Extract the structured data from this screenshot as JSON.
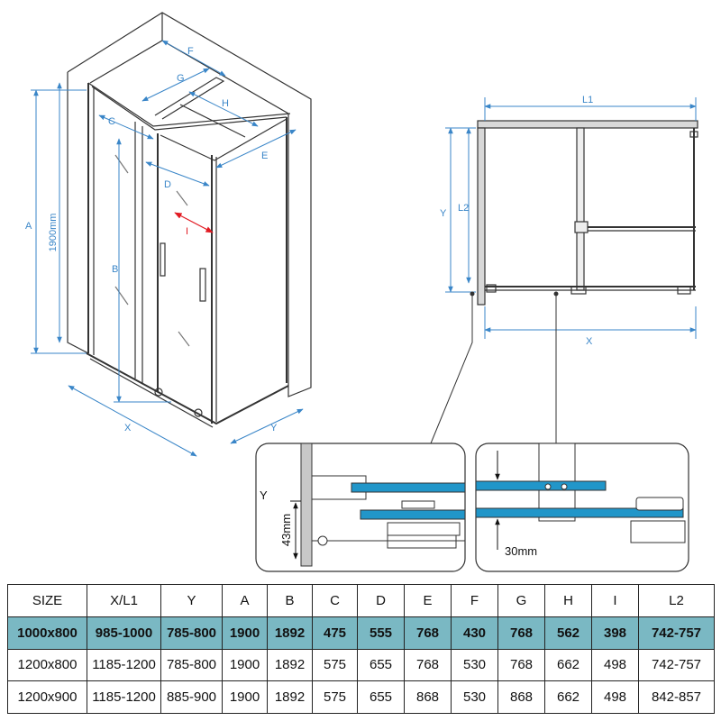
{
  "labels": {
    "A": "A",
    "B": "B",
    "C": "C",
    "D": "D",
    "E": "E",
    "F": "F",
    "G": "G",
    "H": "H",
    "I": "I",
    "X": "X",
    "Y": "Y",
    "L1": "L1",
    "L2": "L2",
    "height": "1900mm",
    "detail_gap": "43mm",
    "detail_clear": "30mm"
  },
  "colors": {
    "dimension": "#3a86c8",
    "glass": "#2196c9",
    "highlight_row": "#7ab8c3",
    "marker": "#e21b23"
  },
  "table": {
    "headers": [
      "SIZE",
      "X/L1",
      "Y",
      "A",
      "B",
      "C",
      "D",
      "E",
      "F",
      "G",
      "H",
      "I",
      "L2"
    ],
    "rows": [
      [
        "1000x800",
        "985-1000",
        "785-800",
        "1900",
        "1892",
        "475",
        "555",
        "768",
        "430",
        "768",
        "562",
        "398",
        "742-757"
      ],
      [
        "1200x800",
        "1185-1200",
        "785-800",
        "1900",
        "1892",
        "575",
        "655",
        "768",
        "530",
        "768",
        "662",
        "498",
        "742-757"
      ],
      [
        "1200x900",
        "1185-1200",
        "885-900",
        "1900",
        "1892",
        "575",
        "655",
        "868",
        "530",
        "868",
        "662",
        "498",
        "842-857"
      ]
    ]
  }
}
